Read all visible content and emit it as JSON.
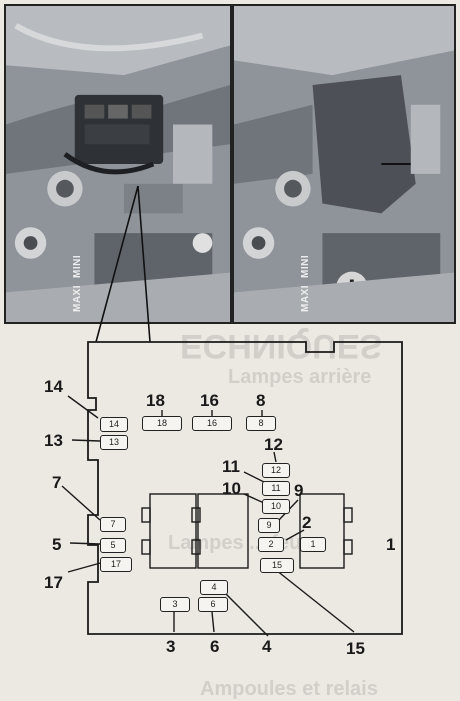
{
  "photos": {
    "left": {
      "arrow_label": "MAXI",
      "arrow_label_2": "MINI"
    },
    "right": {
      "arrow_label": "MAXI",
      "arrow_label_2": "MINI"
    }
  },
  "background_text": {
    "section_header": "ECHNIQUES",
    "heading_1": "Lampes arrière",
    "heading_2": "Lampes ... feux",
    "heading_3": "Ampoules et  relais"
  },
  "fuse_box": {
    "fuses": [
      {
        "id": "14",
        "label": "14"
      },
      {
        "id": "13",
        "label": "13"
      },
      {
        "id": "18",
        "label": "18"
      },
      {
        "id": "16",
        "label": "16"
      },
      {
        "id": "8",
        "label": "8"
      },
      {
        "id": "12",
        "label": "12"
      },
      {
        "id": "11",
        "label": "11"
      },
      {
        "id": "10",
        "label": "10"
      },
      {
        "id": "9",
        "label": "9"
      },
      {
        "id": "2",
        "label": "2"
      },
      {
        "id": "1",
        "label": "1"
      },
      {
        "id": "7",
        "label": "7"
      },
      {
        "id": "5",
        "label": "5"
      },
      {
        "id": "17",
        "label": "17"
      },
      {
        "id": "15",
        "label": "15"
      },
      {
        "id": "4",
        "label": "4"
      },
      {
        "id": "3",
        "label": "3"
      },
      {
        "id": "6",
        "label": "6"
      }
    ],
    "callouts": [
      {
        "id": "14",
        "label": "14"
      },
      {
        "id": "13",
        "label": "13"
      },
      {
        "id": "18",
        "label": "18"
      },
      {
        "id": "16",
        "label": "16"
      },
      {
        "id": "8",
        "label": "8"
      },
      {
        "id": "12",
        "label": "12"
      },
      {
        "id": "11",
        "label": "11"
      },
      {
        "id": "10",
        "label": "10"
      },
      {
        "id": "9",
        "label": "9"
      },
      {
        "id": "2",
        "label": "2"
      },
      {
        "id": "1",
        "label": "1"
      },
      {
        "id": "7",
        "label": "7"
      },
      {
        "id": "5",
        "label": "5"
      },
      {
        "id": "17",
        "label": "17"
      },
      {
        "id": "3",
        "label": "3"
      },
      {
        "id": "6",
        "label": "6"
      },
      {
        "id": "4",
        "label": "4"
      },
      {
        "id": "15",
        "label": "15"
      }
    ]
  }
}
